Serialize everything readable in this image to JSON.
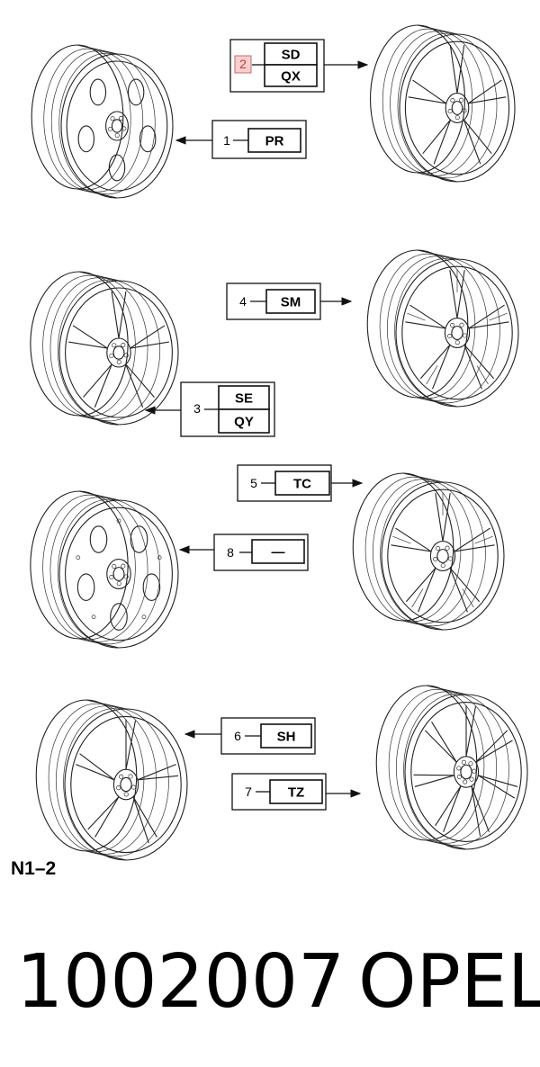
{
  "diagram_label": "N1–2",
  "part_number": "1002007",
  "brand": "OPEL",
  "highlight_color": "#d06a6a",
  "callouts": [
    {
      "number": "1",
      "codes": [
        "PR"
      ],
      "highlighted": false
    },
    {
      "number": "2",
      "codes": [
        "SD",
        "QX"
      ],
      "highlighted": true
    },
    {
      "number": "3",
      "codes": [
        "SE",
        "QY"
      ],
      "highlighted": false
    },
    {
      "number": "4",
      "codes": [
        "SM"
      ],
      "highlighted": false
    },
    {
      "number": "5",
      "codes": [
        "TC"
      ],
      "highlighted": false
    },
    {
      "number": "6",
      "codes": [
        "SH"
      ],
      "highlighted": false
    },
    {
      "number": "7",
      "codes": [
        "TZ"
      ],
      "highlighted": false
    },
    {
      "number": "8",
      "codes": [
        "—"
      ],
      "highlighted": false
    }
  ],
  "wheels": [
    {
      "style": "round-holes",
      "icon": "wheel-icon"
    },
    {
      "style": "twin-spoke",
      "icon": "wheel-icon"
    },
    {
      "style": "twin-spoke",
      "icon": "wheel-icon"
    },
    {
      "style": "split-spoke",
      "icon": "wheel-icon"
    },
    {
      "style": "steel-vented",
      "icon": "wheel-icon"
    },
    {
      "style": "five-y-spoke",
      "icon": "wheel-icon"
    },
    {
      "style": "five-spoke",
      "icon": "wheel-icon"
    },
    {
      "style": "seven-spoke",
      "icon": "wheel-icon"
    }
  ]
}
